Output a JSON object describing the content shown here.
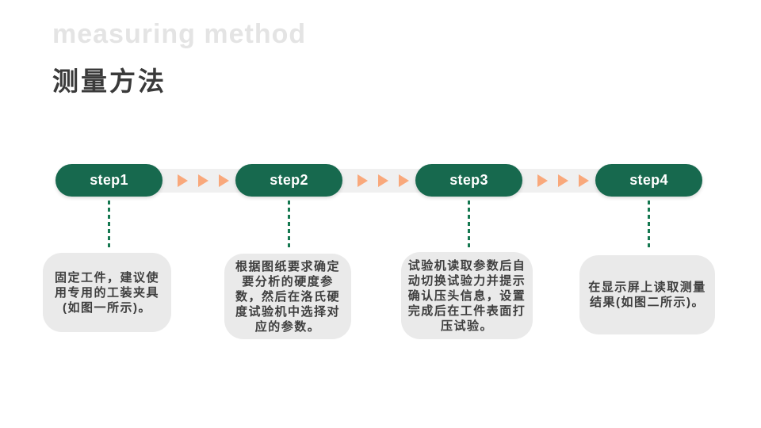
{
  "header": {
    "subtitle_en": "measuring method",
    "title_zh": "测量方法"
  },
  "colors": {
    "pill_green": "#17694E",
    "dash_green": "#157850",
    "arrow_orange": "#F9A87B",
    "band_gray": "#F0F0F0",
    "box_gray": "#EAEAEA",
    "subtitle_light_gray": "#E4E4E4",
    "text_dark": "#3E3E3E"
  },
  "steps": [
    {
      "label": "step1",
      "description": "固定工件，建议使\n用专用的工装夹具\n(如图一所示)。"
    },
    {
      "label": "step2",
      "description": "根据图纸要求确定\n要分析的硬度参\n数，然后在洛氏硬\n度试验机中选择对\n应的参数。"
    },
    {
      "label": "step3",
      "description": "试验机读取参数后自\n动切换试验力并提示\n确认压头信息，设置\n完成后在工件表面打\n压试验。"
    },
    {
      "label": "step4",
      "description": "在显示屏上读取测量\n结果(如图二所示)。"
    }
  ]
}
